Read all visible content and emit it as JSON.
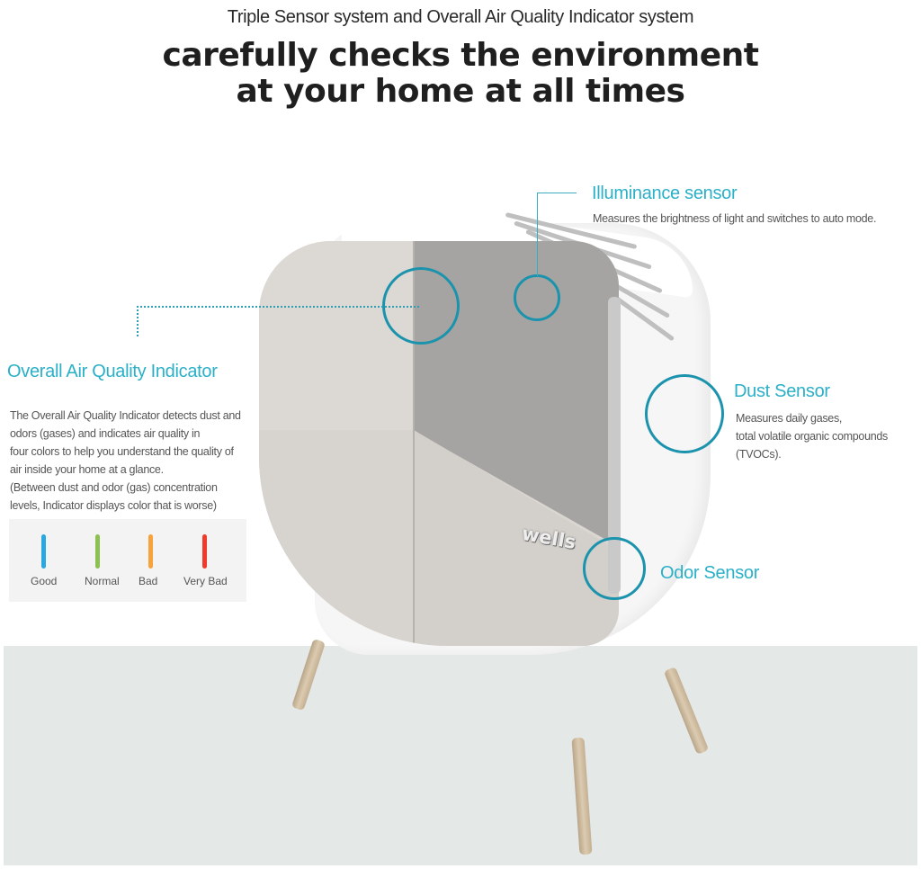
{
  "header": {
    "subtitle": "Triple Sensor system and Overall Air Quality Indicator system",
    "headline_line1": "carefully checks the environment",
    "headline_line2": "at your home at all times"
  },
  "product": {
    "brand_logo": "wells"
  },
  "callouts": {
    "illuminance": {
      "title": "Illuminance sensor",
      "description": "Measures the brightness of light and switches to auto mode."
    },
    "indicator": {
      "title": "Overall Air Quality Indicator",
      "description_lines": [
        "The Overall Air Quality Indicator detects dust and",
        "odors (gases) and indicates air quality in",
        "four colors to help you understand the quality of",
        "air inside your home at a glance.",
        "(Between dust and odor (gas) concentration",
        "levels, Indicator displays color that is worse)"
      ]
    },
    "dust": {
      "title": "Dust Sensor",
      "description_lines": [
        "Measures daily gases,",
        "total volatile organic compounds",
        "(TVOCs)."
      ]
    },
    "odor": {
      "title": "Odor Sensor"
    }
  },
  "legend": {
    "items": [
      {
        "label": "Good",
        "color": "#29a7e1"
      },
      {
        "label": "Normal",
        "color": "#8cc152"
      },
      {
        "label": "Bad",
        "color": "#f7a23b"
      },
      {
        "label": "Very Bad",
        "color": "#ef3b2c"
      }
    ]
  },
  "colors": {
    "accent_cyan": "#2bb0c8",
    "ring": "#1c93ad",
    "floor": "#e4e8e6"
  }
}
